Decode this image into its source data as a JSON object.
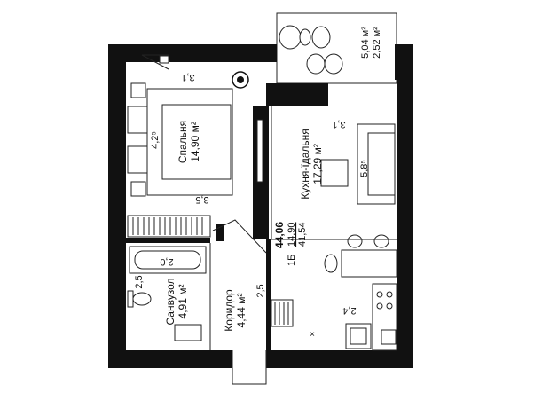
{
  "rooms": {
    "bedroom": {
      "name": "Спальня",
      "area": "14,90 м²"
    },
    "kitchen": {
      "name": "Кухня-їдальня",
      "area": "17,29 м²"
    },
    "bathroom": {
      "name": "Санвузол",
      "area": "4,91 м²"
    },
    "corridor": {
      "name": "Коридор",
      "area": "4,44 м²"
    },
    "balcony": {
      "area_full": "5,04 м²",
      "area_reduced": "2,52 м²"
    }
  },
  "dimensions": {
    "bedroom_top": "3,1",
    "bedroom_side": "4,2⁵",
    "bedroom_bottom": "3,5",
    "kitchen_top": "3,1",
    "kitchen_side": "5,8⁵",
    "kitchen_bottom": "2,4",
    "bath_top": "2,0",
    "bath_side": "2,5",
    "corridor_side": "2,5"
  },
  "summary": {
    "type": "1Б",
    "living_area": "14,90",
    "total_area": "41,54",
    "total_with_balcony": "44,06"
  },
  "colors": {
    "wall": "#111111",
    "line": "#222222",
    "background": "#ffffff"
  }
}
